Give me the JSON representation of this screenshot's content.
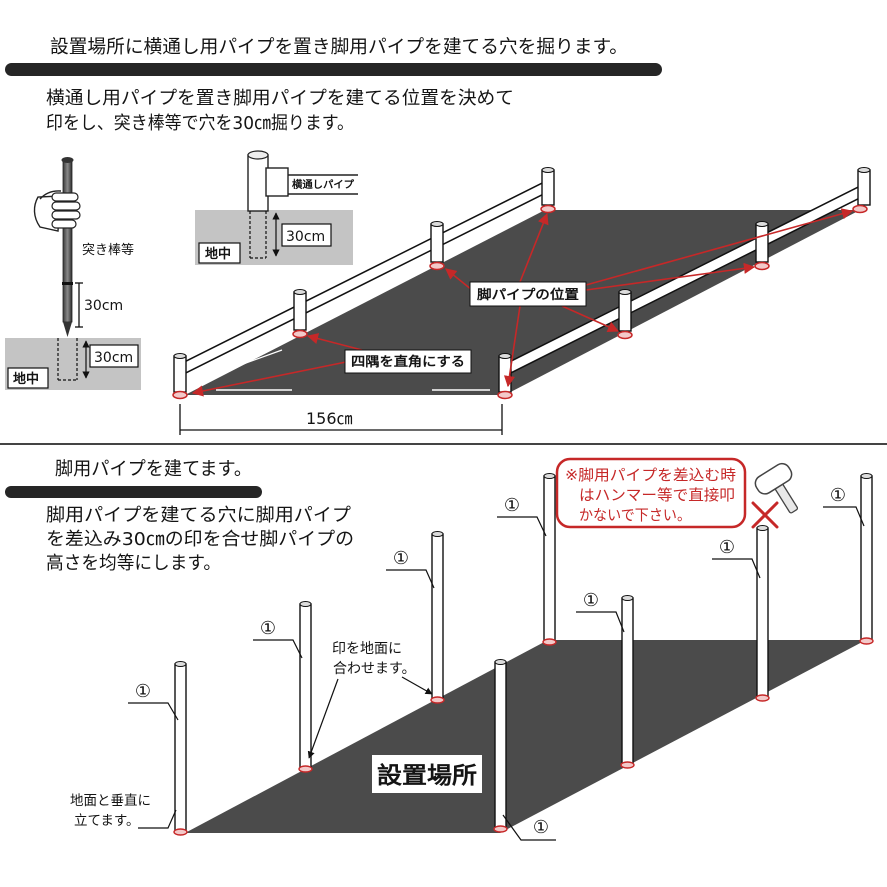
{
  "section_1": {
    "heading": "設置場所に横通し用パイプを置き脚用パイプを建てる穴を掘ります。",
    "instructions": [
      "横通し用パイプを置き脚用パイプを建てる位置を決めて",
      "印をし、突き棒等で穴を30㎝掘ります。"
    ],
    "stake_figure": {
      "tool_label": "突き棒等",
      "mark_length": "30cm",
      "hole_depth": "30cm",
      "ground_label": "地中"
    },
    "joint_figure": {
      "pipe_label": "横通しパイプ",
      "hole_depth": "30cm",
      "ground_label": "地中"
    },
    "layout_figure": {
      "leg_position_label": "脚パイプの位置",
      "corner_note": "四隅を直角にする",
      "width": "156㎝"
    }
  },
  "section_2": {
    "heading": "脚用パイプを建てます。",
    "instructions": [
      "脚用パイプを建てる穴に脚用パイプ",
      "を差込み30㎝の印を合せ脚パイプの",
      "高さを均等にします。"
    ],
    "warning": [
      "※脚用パイプを差込む時",
      "はハンマー等で直接叩",
      "かないで下さい。"
    ],
    "part_number": "①",
    "mark_note": [
      "印を地面に",
      "合わせます。"
    ],
    "site_label": "設置場所",
    "vertical_note": [
      "地面と垂直に",
      "立てます。"
    ]
  },
  "icons": [
    "stake-icon",
    "hand-icon",
    "hammer-icon",
    "prohibited-cross-icon"
  ],
  "colors": {
    "ground": "#4b4b4b",
    "soil": "#c4c4c4",
    "warning": "#c62828",
    "heading_bar": "#262626"
  }
}
